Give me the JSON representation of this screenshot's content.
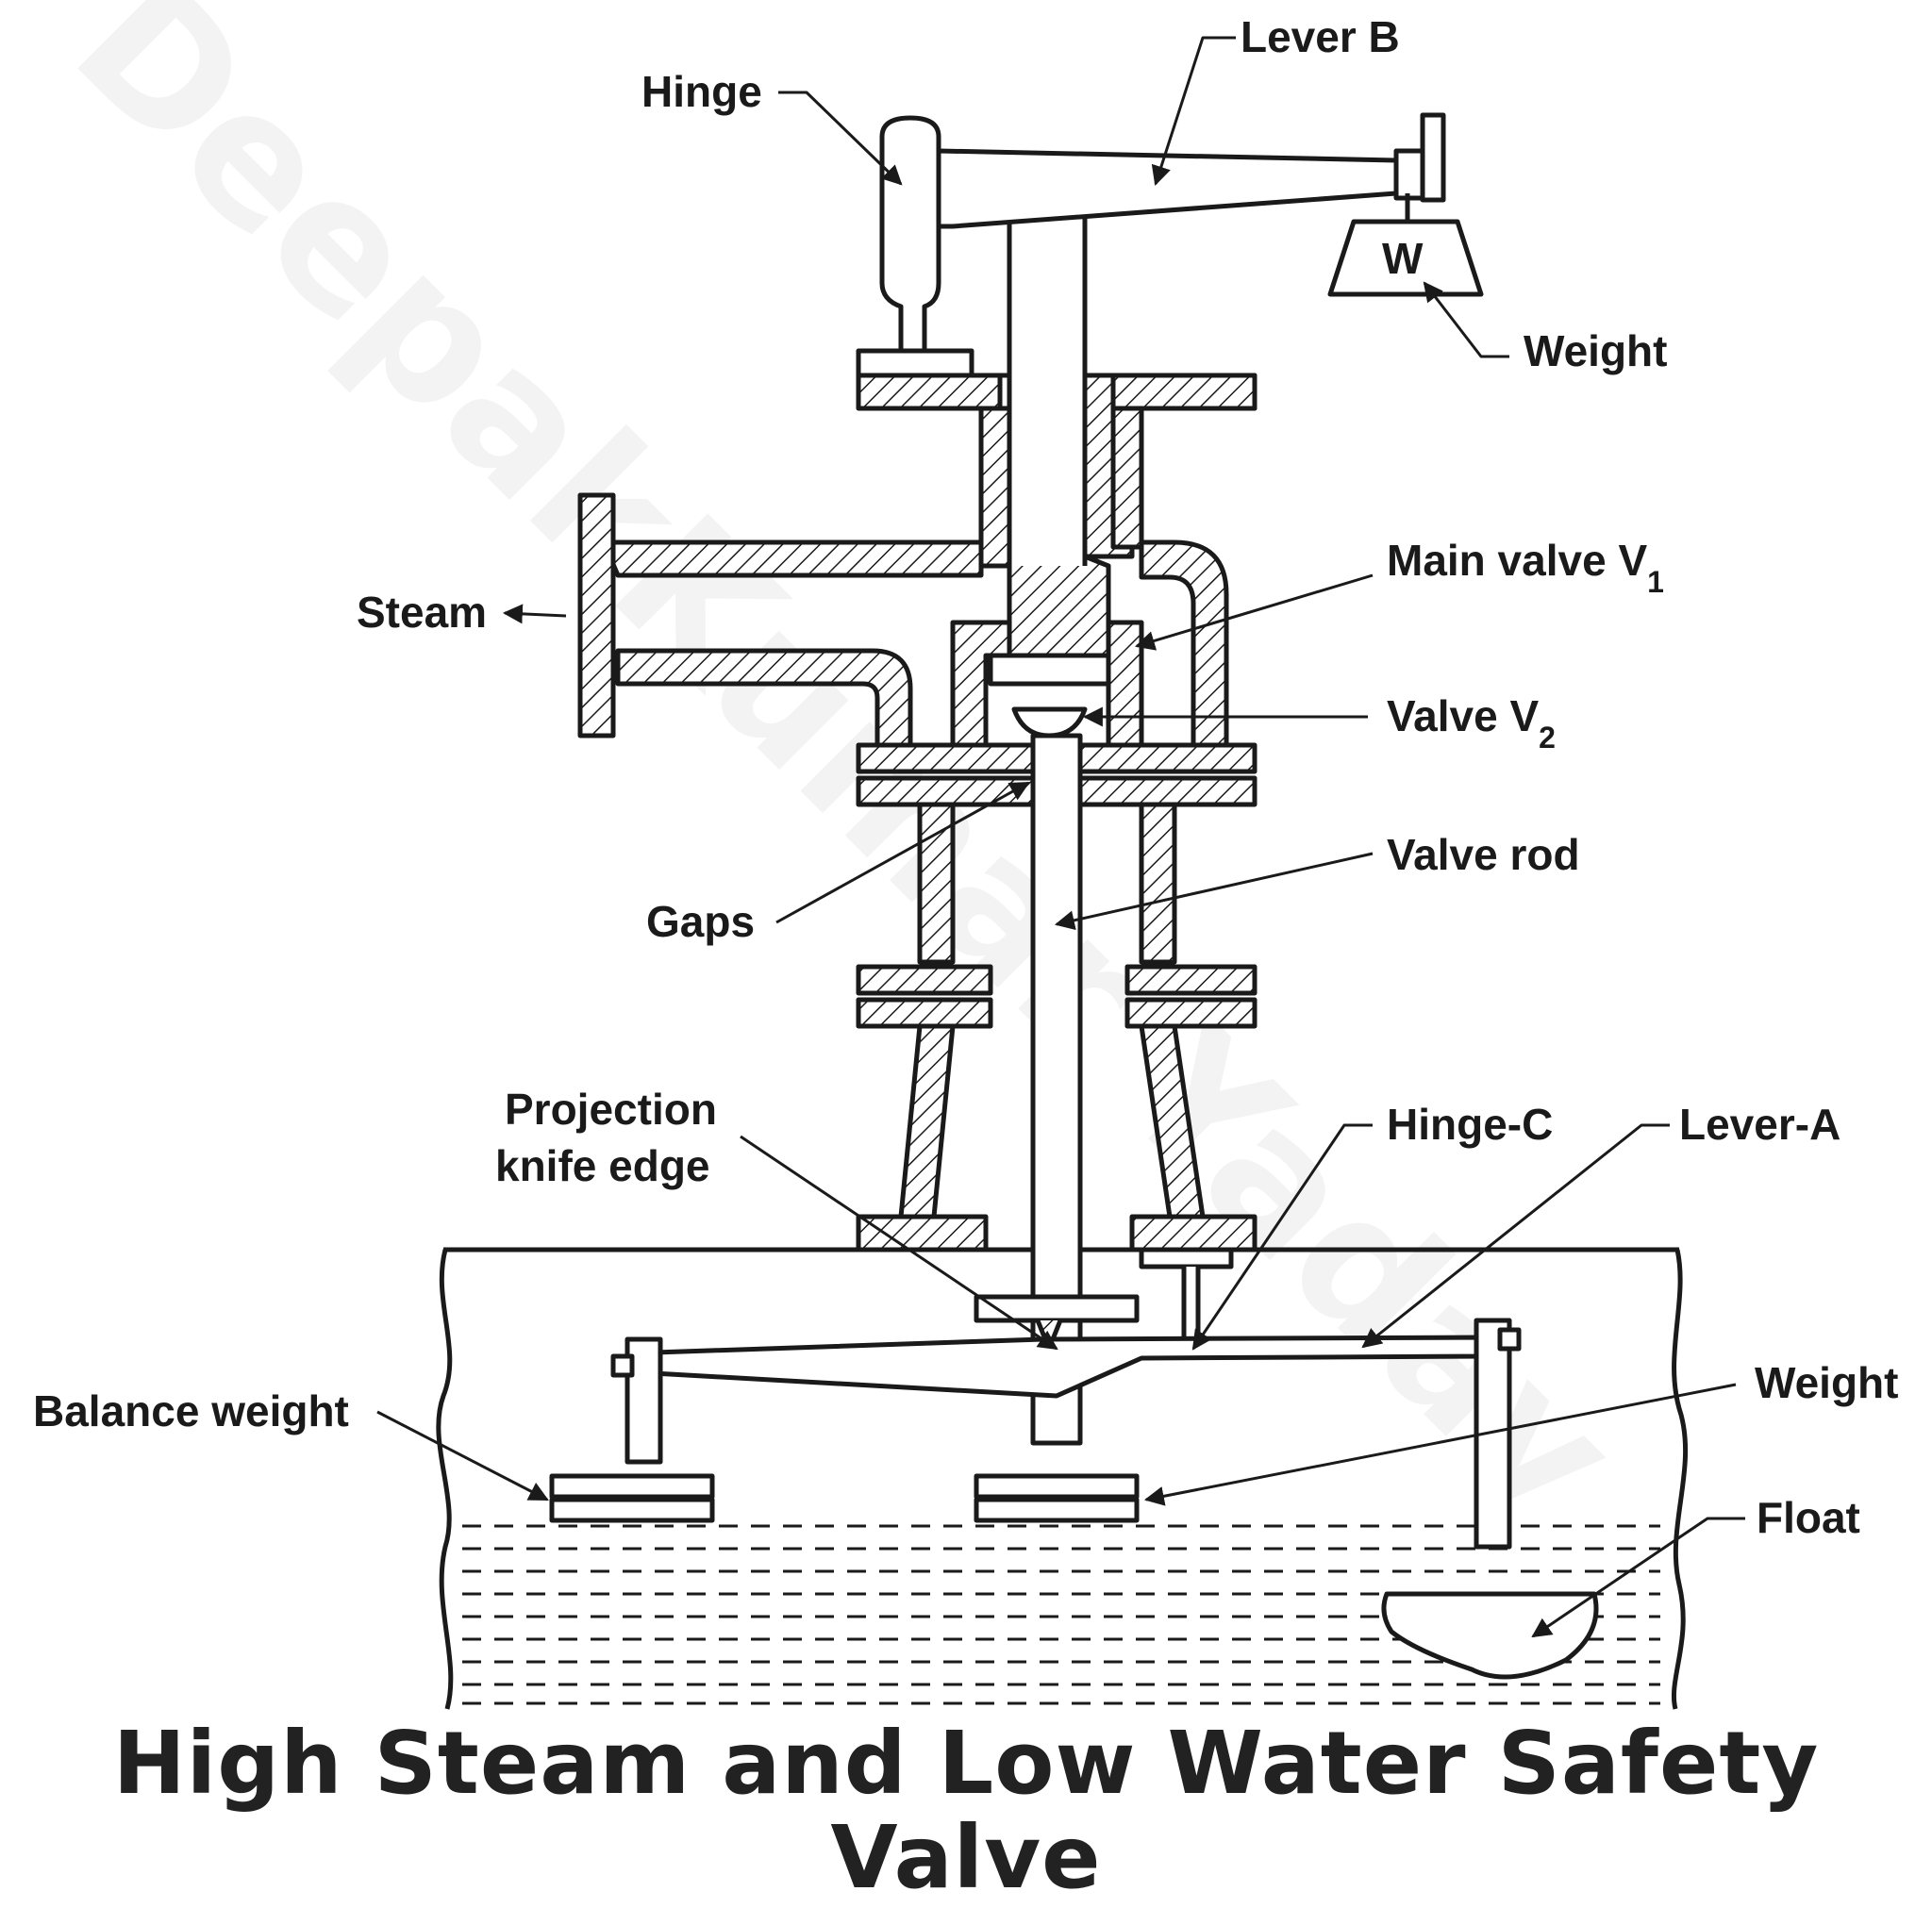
{
  "title": "High Steam and Low Water Safety Valve",
  "watermark": "DeepakKumar Yadav",
  "labels": {
    "lever_b": "Lever B",
    "hinge": "Hinge",
    "weight_top": "Weight",
    "weight_symbol": "W",
    "steam": "Steam",
    "main_valve": "Main valve V",
    "main_valve_sub": "1",
    "valve_v2": "Valve V",
    "valve_v2_sub": "2",
    "valve_rod": "Valve rod",
    "gaps": "Gaps",
    "projection_line1": "Projection",
    "projection_line2": "knife edge",
    "hinge_c": "Hinge-C",
    "lever_a": "Lever-A",
    "balance_weight": "Balance weight",
    "weight_bottom": "Weight",
    "float": "Float"
  },
  "colors": {
    "ink": "#1a1a1a",
    "background": "#ffffff"
  }
}
